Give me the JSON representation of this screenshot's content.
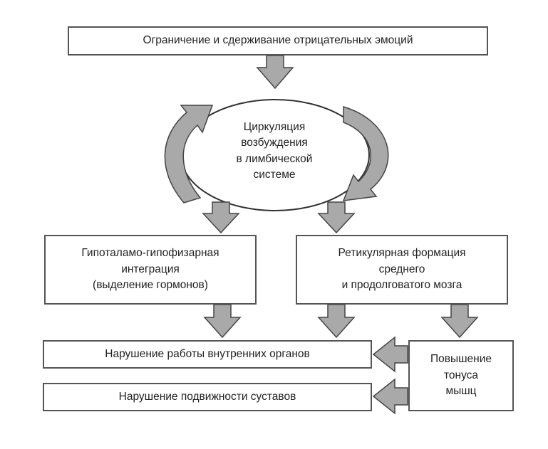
{
  "nodes": {
    "top": "Ограничение и сдерживание отрицательных эмоций",
    "center": "Циркуляция\nвозбуждения\nв лимбической\nсистеме",
    "left": "Гипоталамо-гипофизарная\nинтеграция\n(выделение гормонов)",
    "right": "Ретикулярная формация\nсреднего\nи продолговатого мозга",
    "organs": "Нарушение работы внутренних органов",
    "joints": "Нарушение подвижности суставов",
    "muscle": "Повышение\nтонуса\nмышц"
  },
  "colors": {
    "arrow_fill": "#a9a9a9",
    "arrow_stroke": "#444444",
    "box_border": "#555555"
  }
}
